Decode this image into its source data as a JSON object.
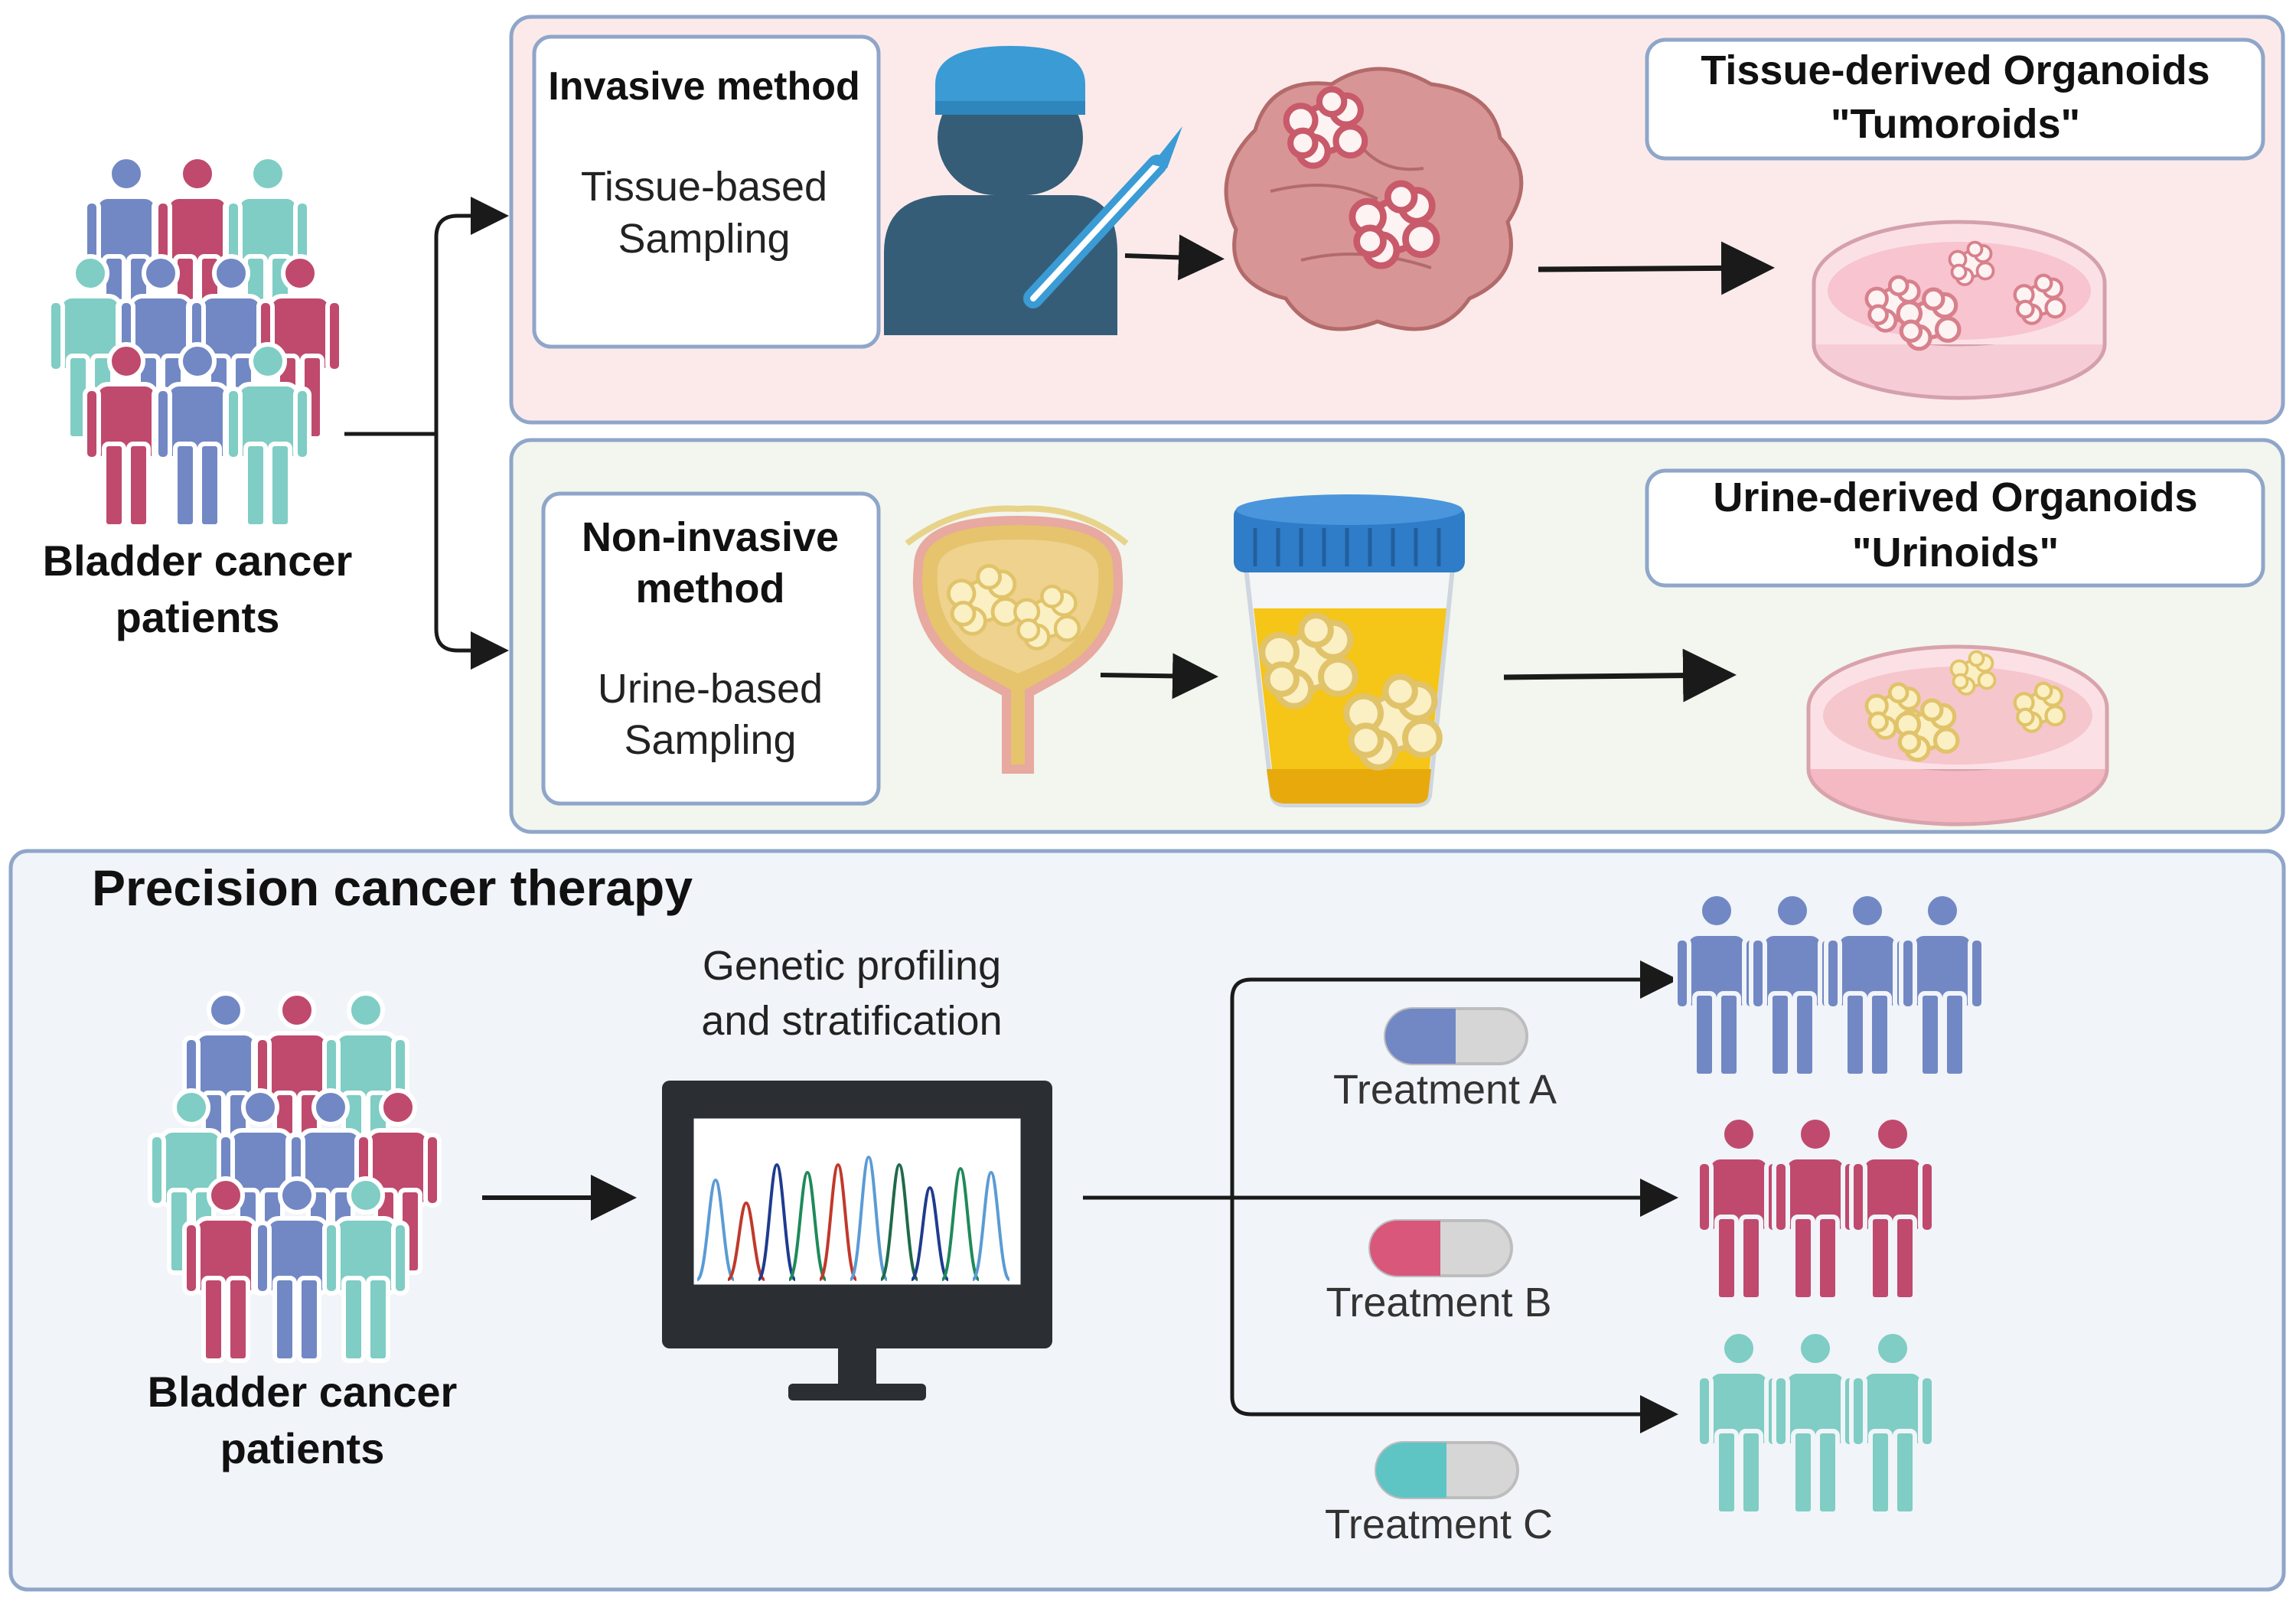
{
  "colors": {
    "person_blue": "#7288c4",
    "person_red": "#bf4a6e",
    "person_teal": "#7fcdc4",
    "panel_pink_fill": "#fceaea",
    "panel_green_fill": "#f2f6ee",
    "panel_bottom_fill": "#f1f4f8",
    "panel_border": "#8fa6c9",
    "surgeon_body": "#355d78",
    "surgeon_cap": "#3a9bd5",
    "tissue": "#d89595",
    "tumoroid": "#d8808c",
    "urine": "#f5c518",
    "lid": "#2f7cc8",
    "urinoid": "#fbf0c4",
    "dish": "#f9d3dc",
    "arrow": "#1a1a1a"
  },
  "left_group": {
    "label_line1": "Bladder cancer",
    "label_line2": "patients"
  },
  "invasive": {
    "title": "Invasive method",
    "subtitle_line1": "Tissue-based",
    "subtitle_line2": "Sampling",
    "result_line1": "Tissue-derived Organoids",
    "result_line2": "\"Tumoroids\""
  },
  "noninvasive": {
    "title_line1": "Non-invasive",
    "title_line2": "method",
    "subtitle_line1": "Urine-based",
    "subtitle_line2": "Sampling",
    "result_line1": "Urine-derived Organoids",
    "result_line2": "\"Urinoids\""
  },
  "precision": {
    "title": "Precision cancer therapy",
    "group_label_line1": "Bladder cancer",
    "group_label_line2": "patients",
    "profiling_line1": "Genetic profiling",
    "profiling_line2": "and stratification",
    "treatments": [
      {
        "label": "Treatment A",
        "color": "#7288c4"
      },
      {
        "label": "Treatment B",
        "color": "#d9577a"
      },
      {
        "label": "Treatment C",
        "color": "#5fc4c4"
      }
    ]
  }
}
